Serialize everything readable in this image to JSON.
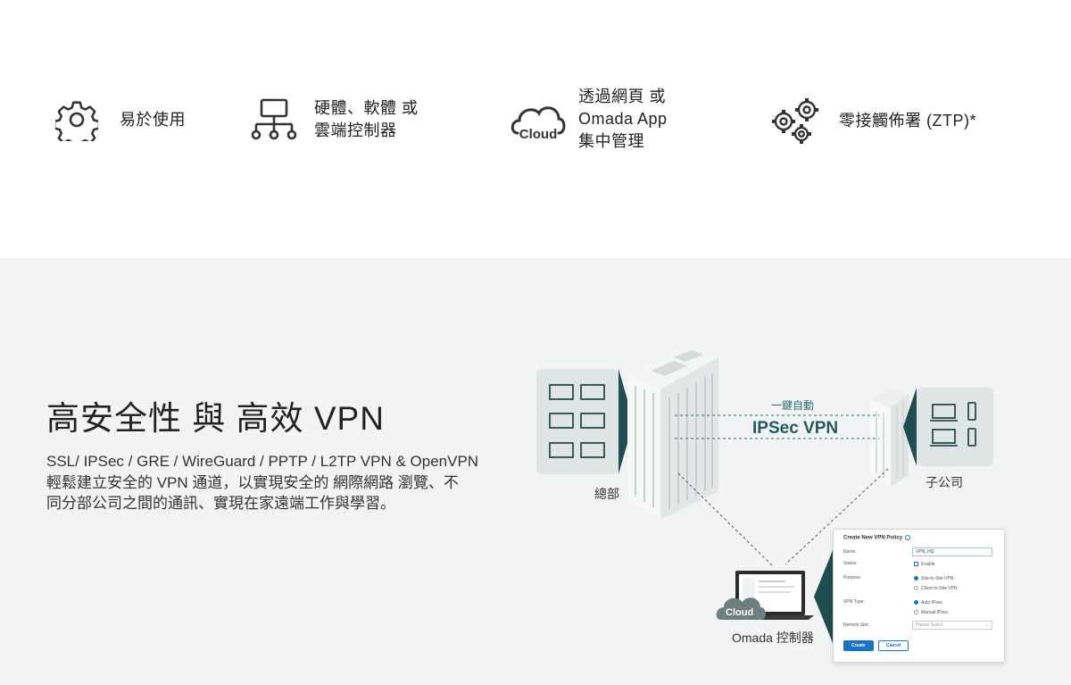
{
  "features": [
    {
      "icon": "gear-icon",
      "lines": [
        "易於使用"
      ]
    },
    {
      "icon": "network-hierarchy-icon",
      "lines": [
        "硬體、軟體 或",
        "雲端控制器"
      ]
    },
    {
      "icon": "cloud-icon",
      "icon_text": "Cloud",
      "lines": [
        "透過網頁 或",
        "Omada App",
        "集中管理"
      ]
    },
    {
      "icon": "multi-gear-icon",
      "lines": [
        "零接觸佈署 (ZTP)*"
      ]
    }
  ],
  "section": {
    "title": "高安全性 與 高效 VPN",
    "desc_lines": [
      "SSL/ IPSec / GRE / WireGuard / PPTP / L2TP VPN & OpenVPN",
      "輕鬆建立安全的 VPN 通道，以實現安全的 網際網路 瀏覽、不",
      "同分部公司之間的通訊、實現在家遠端工作與學習。"
    ]
  },
  "diagram": {
    "hq_label": "總部",
    "branch_label": "子公司",
    "one_click_label": "一鍵自動",
    "vpn_label": "IPSec VPN",
    "cloud_label": "Cloud",
    "controller_label": "Omada 控制器"
  },
  "vpn_panel": {
    "title": "Create New VPN Policy",
    "name_label": "Name:",
    "name_value": "VPN_HQ",
    "status_label": "Status:",
    "status_value": "Enable",
    "purpose_label": "Purpose:",
    "purpose_options": [
      "Site-to-Site VPN",
      "Client-to-Site VPN"
    ],
    "vpn_type_label": "VPN Type:",
    "vpn_type_options": [
      "Auto IPsec",
      "Manual IPsec"
    ],
    "remote_site_label": "Remote Site:",
    "remote_site_placeholder": "Please Select",
    "create_label": "Create",
    "cancel_label": "Cancel"
  },
  "colors": {
    "accent": "#1f5b5f",
    "section_bg": "#f1f3f4",
    "button_blue": "#1a73c9"
  }
}
